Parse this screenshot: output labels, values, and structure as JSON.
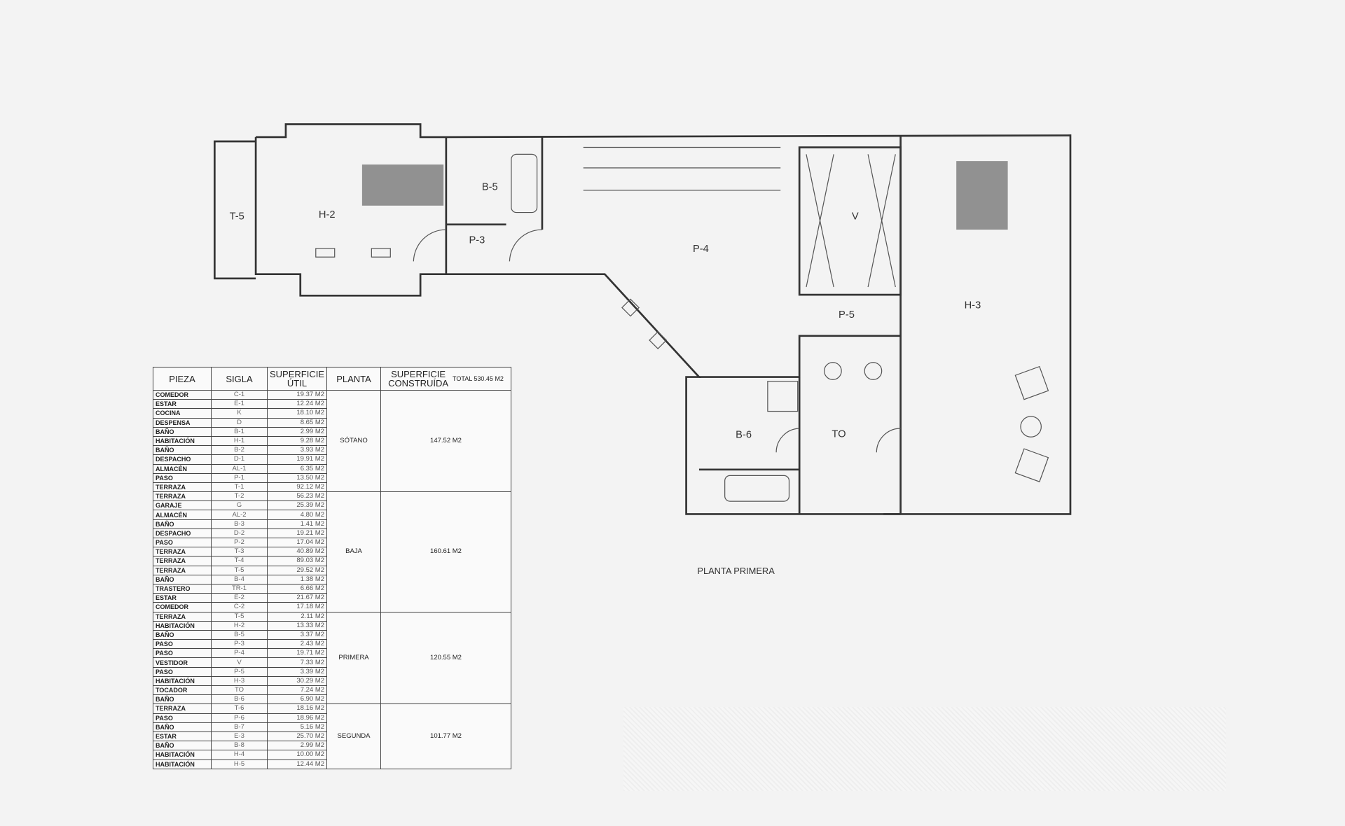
{
  "plan": {
    "title": "PLANTA PRIMERA",
    "rooms": {
      "t5": "T-5",
      "h2": "H-2",
      "b5": "B-5",
      "p3": "P-3",
      "p4": "P-4",
      "v": "V",
      "p5": "P-5",
      "h3": "H-3",
      "b6": "B-6",
      "to": "TO"
    }
  },
  "table": {
    "headers": {
      "pieza": "PIEZA",
      "sigla": "SIGLA",
      "util_1": "SUPERFICIE",
      "util_2": "ÚTIL",
      "planta": "PLANTA",
      "constr_1": "SUPERFICIE",
      "constr_2": "CONSTRUÍDA",
      "total": "TOTAL 530.45 M2"
    },
    "floors": [
      {
        "planta": "SÓTANO",
        "construida": "147.52 M2",
        "rows": [
          [
            "COMEDOR",
            "C-1",
            "19.37 M2"
          ],
          [
            "ESTAR",
            "E-1",
            "12.24 M2"
          ],
          [
            "COCINA",
            "K",
            "18.10 M2"
          ],
          [
            "DESPENSA",
            "D",
            "8.65 M2"
          ],
          [
            "BAÑO",
            "B-1",
            "2.99 M2"
          ],
          [
            "HABITACIÓN",
            "H-1",
            "9.28 M2"
          ],
          [
            "BAÑO",
            "B-2",
            "3.93 M2"
          ],
          [
            "DESPACHO",
            "D-1",
            "19.91 M2"
          ],
          [
            "ALMACÉN",
            "AL-1",
            "6.35 M2"
          ],
          [
            "PASO",
            "P-1",
            "13.50 M2"
          ],
          [
            "TERRAZA",
            "T-1",
            "92.12 M2"
          ]
        ]
      },
      {
        "planta": "BAJA",
        "construida": "160.61 M2",
        "rows": [
          [
            "TERRAZA",
            "T-2",
            "56.23 M2"
          ],
          [
            "GARAJE",
            "G",
            "25.39 M2"
          ],
          [
            "ALMACÉN",
            "AL-2",
            "4.80 M2"
          ],
          [
            "BAÑO",
            "B-3",
            "1.41 M2"
          ],
          [
            "DESPACHO",
            "D-2",
            "19.21 M2"
          ],
          [
            "PASO",
            "P-2",
            "17.04 M2"
          ],
          [
            "TERRAZA",
            "T-3",
            "40.89 M2"
          ],
          [
            "TERRAZA",
            "T-4",
            "89.03 M2"
          ],
          [
            "TERRAZA",
            "T-5",
            "29.52 M2"
          ],
          [
            "BAÑO",
            "B-4",
            "1.38 M2"
          ],
          [
            "TRASTERO",
            "TR-1",
            "6.66 M2"
          ],
          [
            "ESTAR",
            "E-2",
            "21.67 M2"
          ],
          [
            "COMEDOR",
            "C-2",
            "17.18 M2"
          ]
        ]
      },
      {
        "planta": "PRIMERA",
        "construida": "120.55 M2",
        "rows": [
          [
            "TERRAZA",
            "T-5",
            "2.11 M2"
          ],
          [
            "HABITACIÓN",
            "H-2",
            "13.33 M2"
          ],
          [
            "BAÑO",
            "B-5",
            "3.37 M2"
          ],
          [
            "PASO",
            "P-3",
            "2.43 M2"
          ],
          [
            "PASO",
            "P-4",
            "19.71 M2"
          ],
          [
            "VESTIDOR",
            "V",
            "7.33 M2"
          ],
          [
            "PASO",
            "P-5",
            "3.39 M2"
          ],
          [
            "HABITACIÓN",
            "H-3",
            "30.29 M2"
          ],
          [
            "TOCADOR",
            "TO",
            "7.24 M2"
          ],
          [
            "BAÑO",
            "B-6",
            "6.90 M2"
          ]
        ]
      },
      {
        "planta": "SEGUNDA",
        "construida": "101.77 M2",
        "rows": [
          [
            "TERRAZA",
            "T-6",
            "18.16 M2"
          ],
          [
            "PASO",
            "P-6",
            "18.96 M2"
          ],
          [
            "BAÑO",
            "B-7",
            "5.16 M2"
          ],
          [
            "ESTAR",
            "E-3",
            "25.70 M2"
          ],
          [
            "BAÑO",
            "B-8",
            "2.99 M2"
          ],
          [
            "HABITACIÓN",
            "H-4",
            "10.00 M2"
          ],
          [
            "HABITACIÓN",
            "H-5",
            "12.44 M2"
          ]
        ]
      }
    ]
  }
}
